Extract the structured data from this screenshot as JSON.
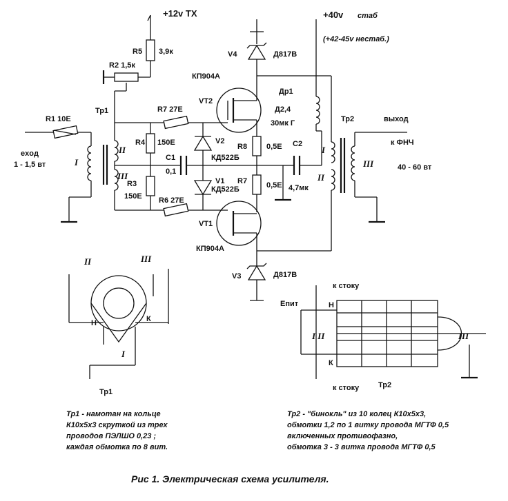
{
  "supply": {
    "v12": "+12v TX",
    "v40": "+40v",
    "stab": "стаб",
    "v40_unstab": "(+42-45v нестаб.)"
  },
  "input": {
    "label": "exoд",
    "power": "1 - 1,5 вт"
  },
  "output": {
    "label": "выход",
    "sub": "к ФНЧ",
    "power": "40 - 60 вт"
  },
  "components": {
    "r1": "R1 10E",
    "r2": "R2 1,5к",
    "r3": "R3",
    "r3_val": "150E",
    "r4": "R4",
    "r4_val": "150E",
    "r5": "R5",
    "r5_val": "3,9к",
    "r6": "R6 27E",
    "r7_top": "R7 27E",
    "r7_bot": "R7",
    "r7_bot_val": "0,5E",
    "r8": "R8",
    "r8_val": "0,5E",
    "c1": "C1",
    "c1_val": "0,1",
    "c2": "C2",
    "c2_val": "4,7мк",
    "v1": "V1",
    "v1_type": "КД522Б",
    "v2": "V2",
    "v2_type": "КД522Б",
    "v3": "V3",
    "v3_type": "Д817В",
    "v4": "V4",
    "v4_type": "Д817В",
    "vt1": "VT1",
    "vt1_type": "КП904А",
    "vt2": "VT2",
    "vt2_type": "КП904А",
    "dr1": "Др1",
    "dr1_val": "Д2,4",
    "dr1_ind": "30мк Г",
    "tp1": "Тр1",
    "tp2": "Тр2"
  },
  "windings": {
    "w1": "I",
    "w2": "II",
    "w3": "III"
  },
  "tr1_detail": {
    "w2": "II",
    "w3": "III",
    "w1": "I",
    "h": "Н",
    "k": "К",
    "title": "Тр1"
  },
  "tr2_detail": {
    "drain_top": "к стоку",
    "drain_bot": "к стоку",
    "epit": "Епит",
    "h": "Н",
    "k": "К",
    "w12": "I  II",
    "w3": "III",
    "title": "Тр2"
  },
  "notes": {
    "tr1": [
      "Тр1 - намотан на кольце",
      "К10х5х3 скруткой из трех",
      "проводов ПЭЛШО 0,23 ;",
      "каждая обмотка по 8 вит."
    ],
    "tr2": [
      "Тр2 - \"бинокль\" из 10 колец К10х5х3,",
      "обмотки 1,2 по 1 витку провода МГТФ 0,5",
      "включенных противофазно,",
      "обмотка 3 - 3 витка провода МГТФ 0,5"
    ]
  },
  "caption": "Рис 1. Электрическая схема усилителя."
}
